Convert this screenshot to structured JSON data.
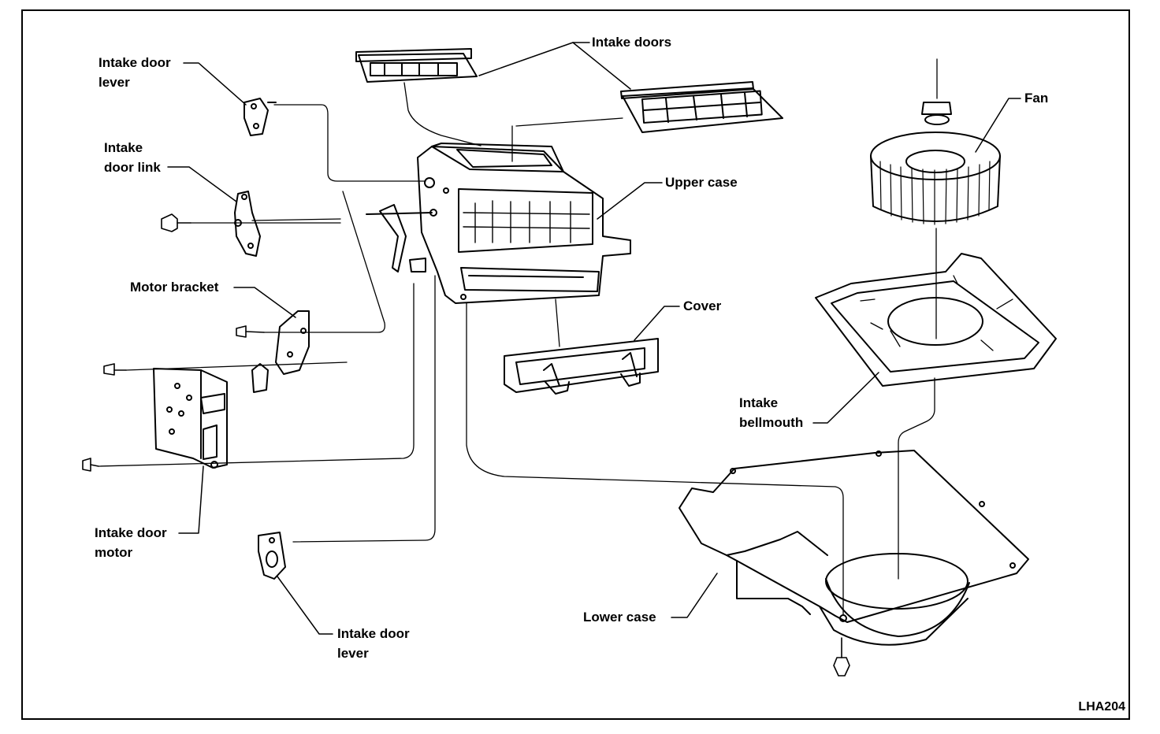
{
  "labels": {
    "intake_door_lever_top": [
      "Intake door",
      "lever"
    ],
    "intake_door_link": [
      "Intake",
      "door link"
    ],
    "motor_bracket": "Motor bracket",
    "intake_door_motor": [
      "Intake door",
      "motor"
    ],
    "intake_door_lever_bottom": [
      "Intake door",
      "lever"
    ],
    "intake_doors": "Intake doors",
    "upper_case": "Upper case",
    "cover": "Cover",
    "fan": "Fan",
    "intake_bellmouth": [
      "Intake",
      "bellmouth"
    ],
    "lower_case": "Lower case"
  },
  "figure_code": "LHA204",
  "colors": {
    "ink": "#000000",
    "paper": "#ffffff"
  }
}
